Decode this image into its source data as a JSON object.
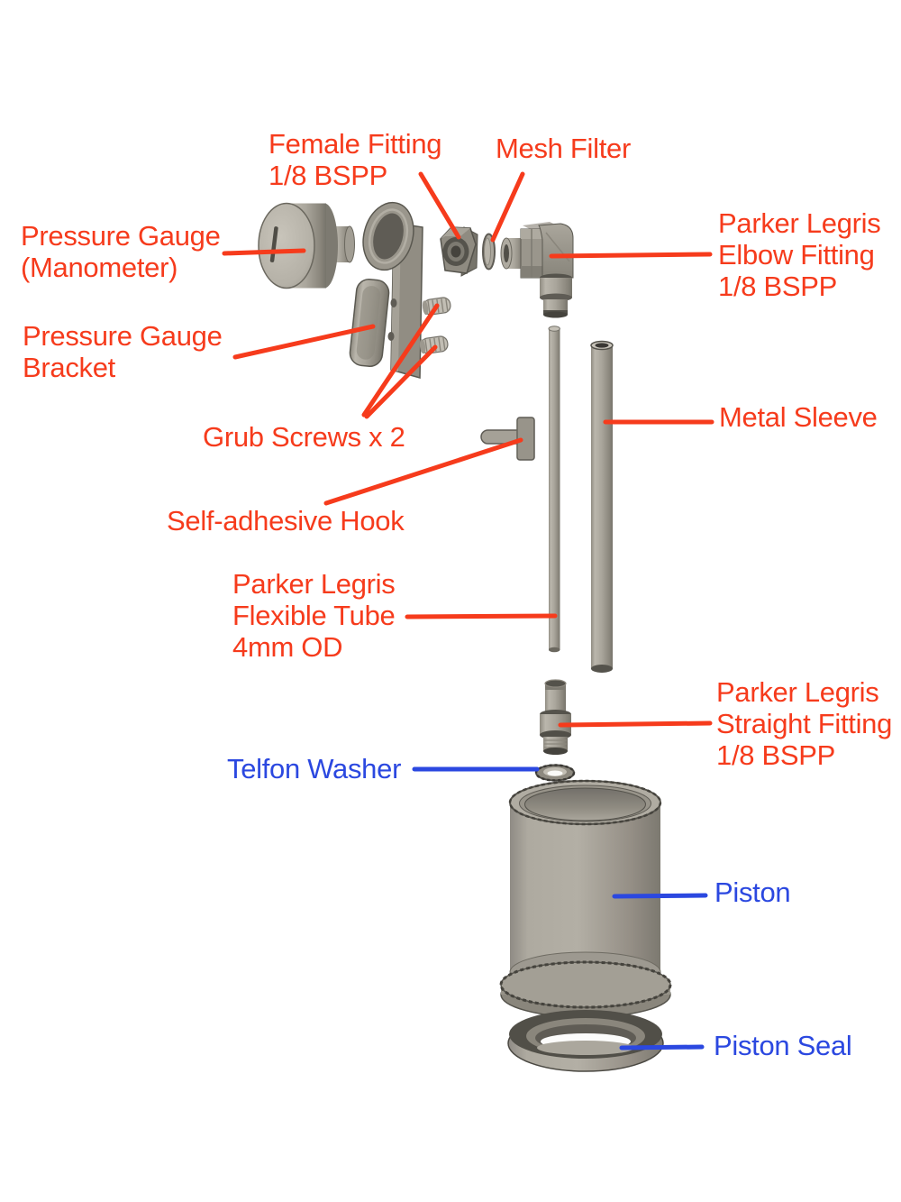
{
  "figure": {
    "type": "exploded-assembly-diagram",
    "background": "#ffffff"
  },
  "colors": {
    "label_red": "#f63b1c",
    "label_blue": "#2b48e0",
    "part_gray_light": "#bab6ac",
    "part_gray_mid": "#a9a59b",
    "part_gray_dark": "#77746b",
    "part_outline": "#55534c"
  },
  "labels": [
    {
      "id": "female-fitting",
      "text": "Female Fitting\n1/8 BSPP",
      "color": "#f63b1c"
    },
    {
      "id": "mesh-filter",
      "text": "Mesh Filter",
      "color": "#f63b1c"
    },
    {
      "id": "pressure-gauge",
      "text": "Pressure Gauge\n(Manometer)",
      "color": "#f63b1c"
    },
    {
      "id": "elbow-fitting",
      "text": "Parker Legris\nElbow Fitting\n1/8 BSPP",
      "color": "#f63b1c"
    },
    {
      "id": "pressure-gauge-bracket",
      "text": "Pressure Gauge\nBracket",
      "color": "#f63b1c"
    },
    {
      "id": "grub-screws",
      "text": "Grub Screws x 2",
      "color": "#f63b1c"
    },
    {
      "id": "metal-sleeve",
      "text": "Metal Sleeve",
      "color": "#f63b1c"
    },
    {
      "id": "self-adhesive-hook",
      "text": "Self-adhesive Hook",
      "color": "#f63b1c"
    },
    {
      "id": "flexible-tube",
      "text": "Parker Legris\nFlexible Tube\n4mm OD",
      "color": "#f63b1c"
    },
    {
      "id": "straight-fitting",
      "text": "Parker Legris\nStraight Fitting\n1/8 BSPP",
      "color": "#f63b1c"
    },
    {
      "id": "telfon-washer",
      "text": "Telfon Washer",
      "color": "#2b48e0"
    },
    {
      "id": "piston",
      "text": "Piston",
      "color": "#2b48e0"
    },
    {
      "id": "piston-seal",
      "text": "Piston Seal",
      "color": "#2b48e0"
    }
  ]
}
